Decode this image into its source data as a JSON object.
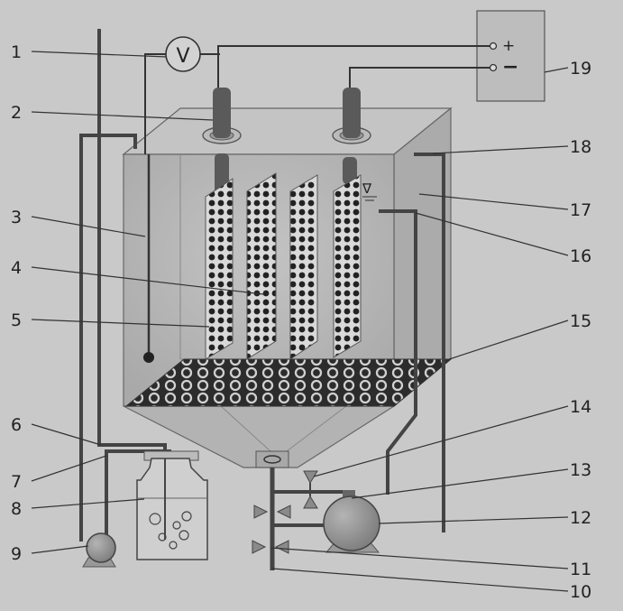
{
  "voltmeter": {
    "symbol": "V"
  },
  "power_supply": {
    "positive": "+",
    "negative": "−"
  },
  "water_level_symbol": "∇",
  "labels": [
    {
      "id": "1",
      "text": "1"
    },
    {
      "id": "2",
      "text": "2"
    },
    {
      "id": "3",
      "text": "3"
    },
    {
      "id": "4",
      "text": "4"
    },
    {
      "id": "5",
      "text": "5"
    },
    {
      "id": "6",
      "text": "6"
    },
    {
      "id": "7",
      "text": "7"
    },
    {
      "id": "8",
      "text": "8"
    },
    {
      "id": "9",
      "text": "9"
    },
    {
      "id": "10",
      "text": "10"
    },
    {
      "id": "11",
      "text": "11"
    },
    {
      "id": "12",
      "text": "12"
    },
    {
      "id": "13",
      "text": "13"
    },
    {
      "id": "14",
      "text": "14"
    },
    {
      "id": "15",
      "text": "15"
    },
    {
      "id": "16",
      "text": "16"
    },
    {
      "id": "17",
      "text": "17"
    },
    {
      "id": "18",
      "text": "18"
    },
    {
      "id": "19",
      "text": "19"
    }
  ],
  "colors": {
    "background": "#c9c9c9",
    "pipe": "#444444",
    "tank_face": "#b5b5b5",
    "tank_top": "#c3c3c3",
    "tank_side": "#aaaaaa",
    "electrode_rod": "#5a5a5a",
    "pump": "#8f8f8f"
  }
}
